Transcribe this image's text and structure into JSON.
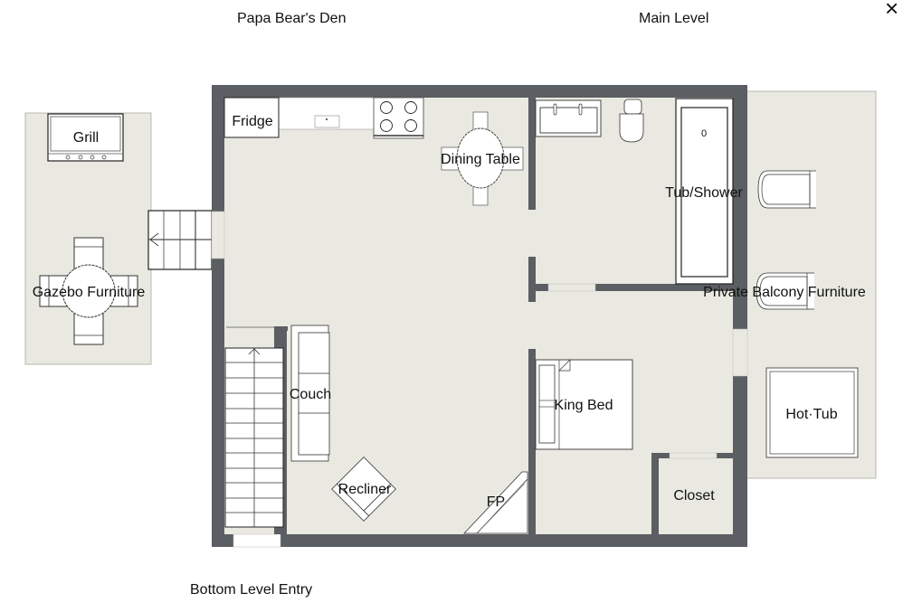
{
  "titles": {
    "left": "Papa Bear's Den",
    "right": "Main Level",
    "bottom": "Bottom Level Entry"
  },
  "close_icon": "×",
  "colors": {
    "wall": "#5b5e62",
    "floor": "#e9e9e1",
    "furniture": "#ffffff",
    "outline": "#222222"
  },
  "rooms": {
    "gazebo": {
      "grill": "Grill",
      "furniture": "Gazebo Furniture"
    },
    "kitchen": {
      "fridge": "Fridge",
      "dining": "Dining Table"
    },
    "living": {
      "couch": "Couch",
      "recliner": "Recliner",
      "fireplace": "FP"
    },
    "bathroom": {
      "tub": "Tub/Shower",
      "tub_knob": "0"
    },
    "bedroom": {
      "bed": "King Bed",
      "closet": "Closet"
    },
    "balcony": {
      "furniture": "Private Balcony Furniture",
      "hottub": "Hot·Tub"
    }
  }
}
